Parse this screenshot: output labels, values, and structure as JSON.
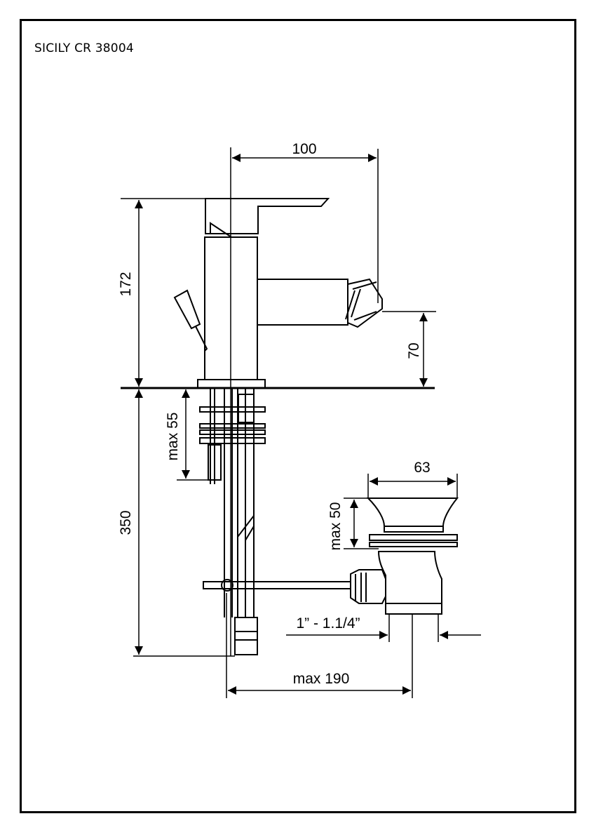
{
  "title": "SICILY CR 38004",
  "dimensions": {
    "spout_reach": "100",
    "total_height": "172",
    "spout_height": "70",
    "deck_thickness": "max 55",
    "hose_length": "350",
    "waste_flange": "63",
    "waste_max": "max 50",
    "waste_thread": "1” - 1.1/4”",
    "waste_distance": "max 190"
  },
  "colors": {
    "line": "#000000",
    "background": "#ffffff"
  }
}
